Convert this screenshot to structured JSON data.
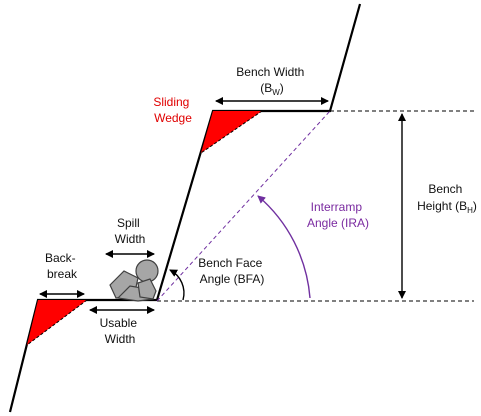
{
  "colors": {
    "line": "#000000",
    "wedge": "#ff0000",
    "rock": "#a6a6a6",
    "rock_stroke": "#404040",
    "ira": "#7030a0",
    "label_red": "#e00000",
    "label_purple": "#7a2aa0"
  },
  "labels": {
    "bench_width": {
      "line1": "Bench Width",
      "line2_main": "(B",
      "line2_sub": "W",
      "line2_end": ")"
    },
    "sliding_wedge": {
      "line1": "Sliding",
      "line2": "Wedge"
    },
    "bench_height": {
      "line1": "Bench",
      "line2_main": "Height (B",
      "line2_sub": "H",
      "line2_end": ")"
    },
    "interramp_angle": {
      "line1": "Interramp",
      "line2": "Angle (IRA)"
    },
    "bench_face_angle": {
      "line1": "Bench Face",
      "line2": "Angle (BFA)"
    },
    "spill_width": {
      "line1": "Spill",
      "line2": "Width"
    },
    "backbreak": {
      "line1": "Back-",
      "line2": "break"
    },
    "usable_width": {
      "line1": "Usable",
      "line2": "Width"
    }
  }
}
